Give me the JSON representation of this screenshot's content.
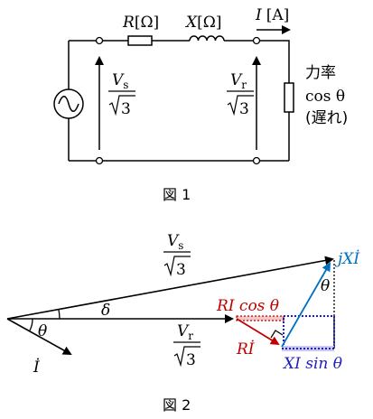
{
  "fig1": {
    "resistor_label": "R",
    "resistor_unit": "[Ω]",
    "reactance_label": "X",
    "reactance_unit": "[Ω]",
    "current_label": "I",
    "current_unit": "[A]",
    "vs_sub": "s",
    "vr_sub": "r",
    "v_sym": "V",
    "denominator": "3",
    "load_line1": "力率",
    "load_line2": "cos θ",
    "load_line3": "(遅れ)",
    "caption": "図 1"
  },
  "fig2": {
    "vs_sym": "V",
    "vs_sub": "s",
    "vr_sym": "V",
    "vr_sub": "r",
    "denominator": "3",
    "delta": "δ",
    "theta_bottom": "θ",
    "theta_right": "θ",
    "current": "İ",
    "jxi": "jXİ",
    "ri_cos": "RI cos θ",
    "ri_dot": "Rİ",
    "xi_sin": "XI sin θ",
    "caption": "図 2"
  },
  "colors": {
    "black": "#000000",
    "red": "#c00000",
    "blue": "#0070c0",
    "navy": "#1f1fbf",
    "fill_red": "#f2c9c9",
    "fill_blue": "#c9c9f2"
  }
}
